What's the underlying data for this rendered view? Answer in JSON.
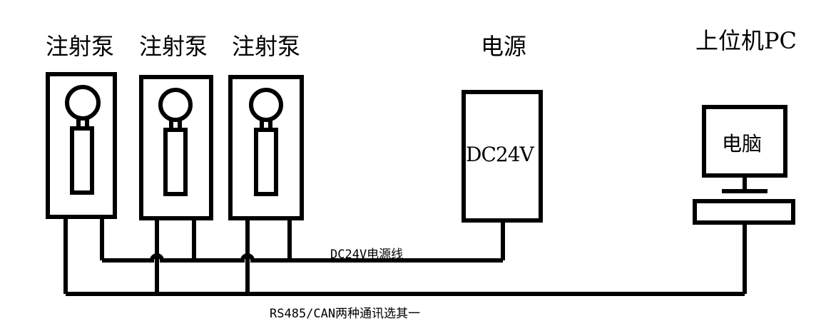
{
  "pumps": [
    {
      "label": "注射泵"
    },
    {
      "label": "注射泵"
    },
    {
      "label": "注射泵"
    }
  ],
  "power": {
    "title": "电源",
    "box_text": "DC24V"
  },
  "pc": {
    "title": "上位机PC",
    "screen_text": "电脑"
  },
  "wires": {
    "power_line_label": "DC24V电源线",
    "comm_line_label": "RS485/CAN两种通讯选其一"
  },
  "colors": {
    "stroke": "#000000",
    "background": "#ffffff"
  }
}
